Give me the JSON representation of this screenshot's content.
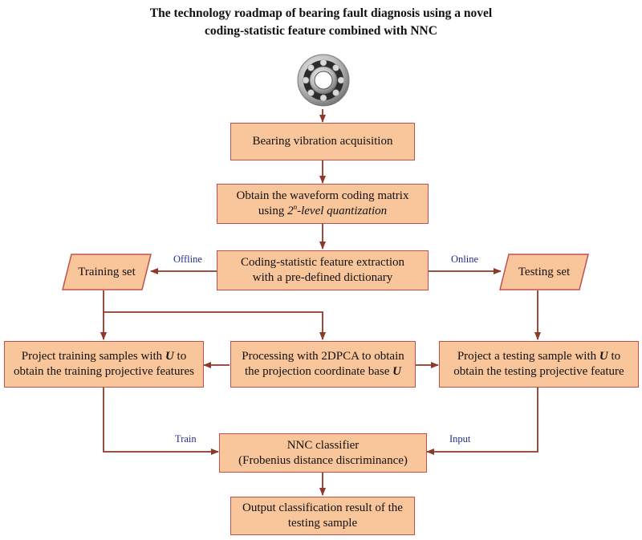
{
  "title": {
    "line1": "The technology roadmap of bearing fault diagnosis using a novel",
    "line2": "coding-statistic feature combined with NNC"
  },
  "boxes": {
    "acquisition": "Bearing vibration acquisition",
    "coding_matrix": {
      "line1": "Obtain the waveform coding matrix",
      "line2_prefix": "using ",
      "line2_base": "2",
      "line2_sup": "n",
      "line2_suffix": "-level quantization"
    },
    "feature_extraction": {
      "line1": "Coding-statistic feature extraction",
      "line2": "with a pre-defined dictionary"
    },
    "training_set": "Training set",
    "testing_set": "Testing set",
    "project_training": {
      "line1_prefix": "Project training samples with ",
      "line1_var": "U",
      "line1_suffix": " to",
      "line2": "obtain the training projective features"
    },
    "processing_2dpca": {
      "line1": "Processing with 2DPCA to obtain",
      "line2_prefix": "the  projection coordinate base ",
      "line2_var": "U"
    },
    "project_testing": {
      "line1_prefix": "Project a testing sample with ",
      "line1_var": "U",
      "line1_suffix": " to",
      "line2": "obtain the testing projective feature"
    },
    "nnc": {
      "line1": "NNC classifier",
      "line2": "(Frobenius distance discriminance)"
    },
    "output": {
      "line1": "Output classification result of the",
      "line2": "testing sample"
    }
  },
  "edge_labels": {
    "offline": "Offline",
    "online": "Online",
    "train": "Train",
    "input": "Input"
  },
  "colors": {
    "box_fill": "#f9c59a",
    "box_border": "#c0504d",
    "arrow": "#8b3a2a",
    "label": "#1f2d8a"
  },
  "icons": {
    "bearing": "ball-bearing-icon"
  }
}
